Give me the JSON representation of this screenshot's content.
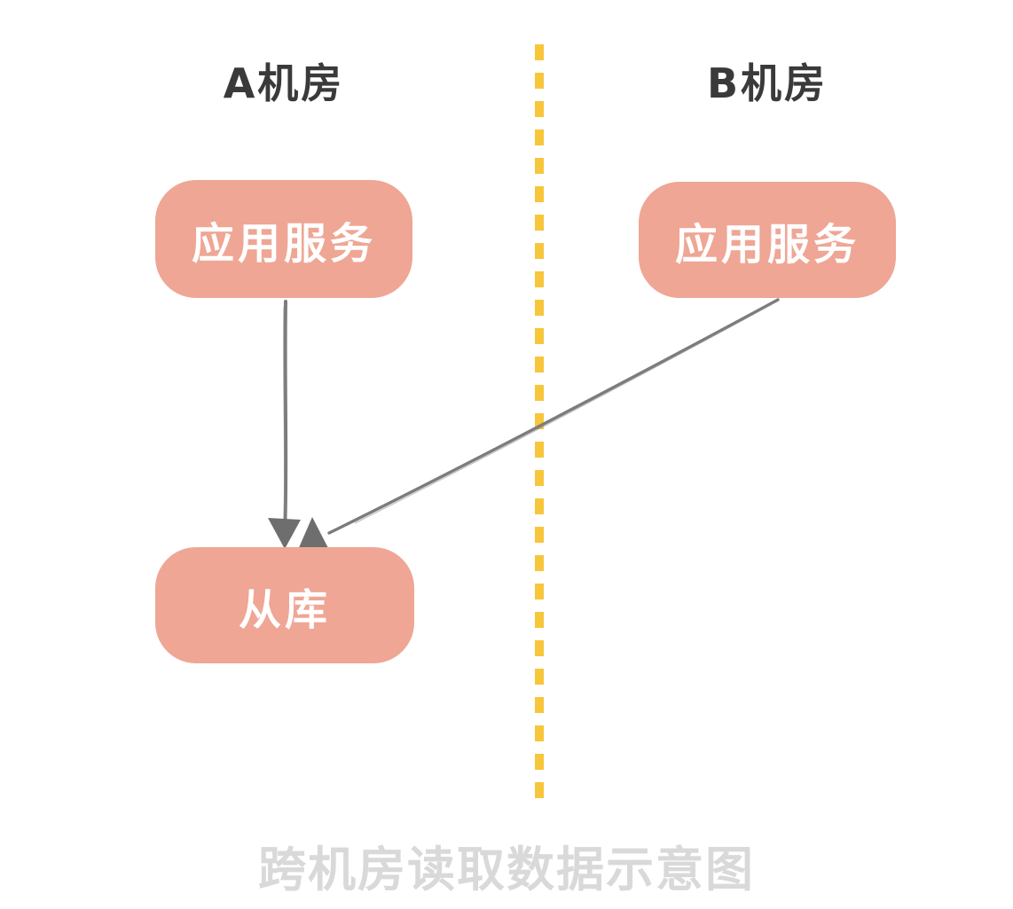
{
  "diagram": {
    "caption": "跨机房读取数据示意图",
    "zones": [
      {
        "id": "zone-a",
        "label": "A机房"
      },
      {
        "id": "zone-b",
        "label": "B机房"
      }
    ],
    "nodes": [
      {
        "id": "app-a",
        "zone": "zone-a",
        "label": "应用服务"
      },
      {
        "id": "app-b",
        "zone": "zone-b",
        "label": "应用服务"
      },
      {
        "id": "slave",
        "zone": "zone-a",
        "label": "从库"
      }
    ],
    "edges": [
      {
        "from": "app-a",
        "to": "slave",
        "style": "arrow"
      },
      {
        "from": "app-b",
        "to": "slave",
        "style": "arrow"
      }
    ],
    "separator": {
      "between": [
        "zone-a",
        "zone-b"
      ],
      "style": "dashed-vertical"
    },
    "colors": {
      "node_fill": "#efa695",
      "node_text": "#ffffff",
      "zone_label_text": "#3a3a3a",
      "arrow_stroke": "#7c7c7c",
      "arrowhead_fill": "#6e6e6e",
      "separator_yellow": "#f8c63b",
      "caption_text": "#d9d9d9",
      "background": "#ffffff"
    }
  }
}
